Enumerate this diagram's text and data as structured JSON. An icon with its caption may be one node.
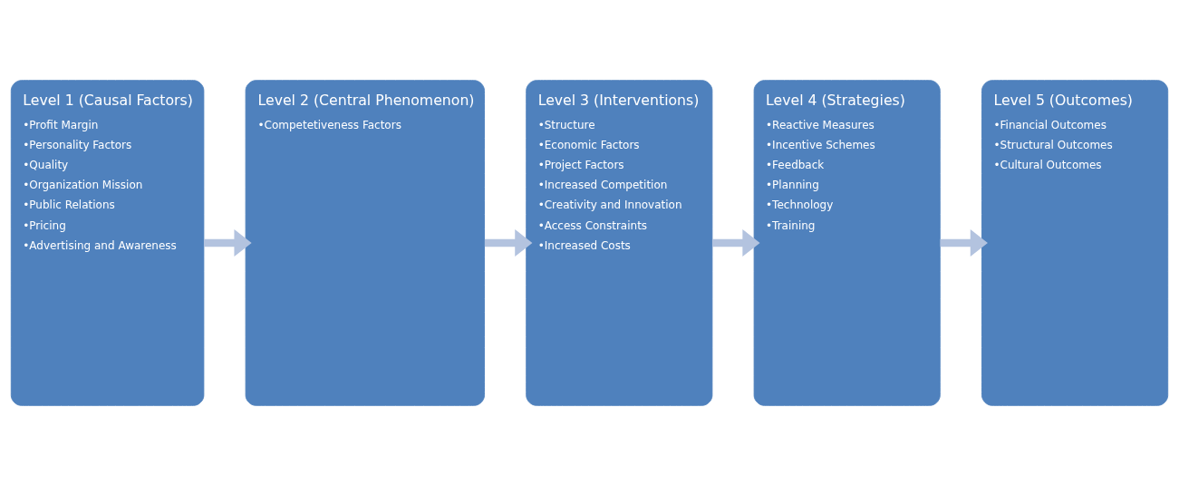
{
  "diagram": {
    "nodes": [
      {
        "text": [
          "Level 1 (Causal Factors)",
          "•Profit Margin",
          "•Personality Factors",
          "•Quality",
          "•Organization Mission",
          "•Public Relations",
          "•Pricing",
          "•Advertising and Awareness"
        ]
      },
      {
        "text": [
          "Level 2 (Central Phenomenon)",
          "•Competetiveness Factors"
        ]
      },
      {
        "text": [
          "Level 3 (Interventions)",
          "•Structure",
          "•Economic Factors",
          "•Project Factors",
          "•Increased Competition",
          "•Creativity and Innovation",
          "•Access Constraints",
          "•Increased Costs"
        ]
      },
      {
        "text": [
          "Level 4 (Strategies)",
          "•Reactive Measures",
          "•Incentive Schemes",
          "•Feedback",
          "•Planning",
          "•Technology",
          "•Training"
        ]
      },
      {
        "text": [
          "Level 5 (Outcomes)",
          "•Financial Outcomes",
          "•Structural Outcomes",
          "•Cultural Outcomes"
        ]
      }
    ],
    "edges": [
      {
        "from": 0,
        "to": 1,
        "arrow": "to"
      },
      {
        "from": 1,
        "to": 2,
        "arrow": "to"
      },
      {
        "from": 2,
        "to": 3,
        "arrow": "to"
      },
      {
        "from": 3,
        "to": 4,
        "arrow": "to"
      }
    ]
  }
}
